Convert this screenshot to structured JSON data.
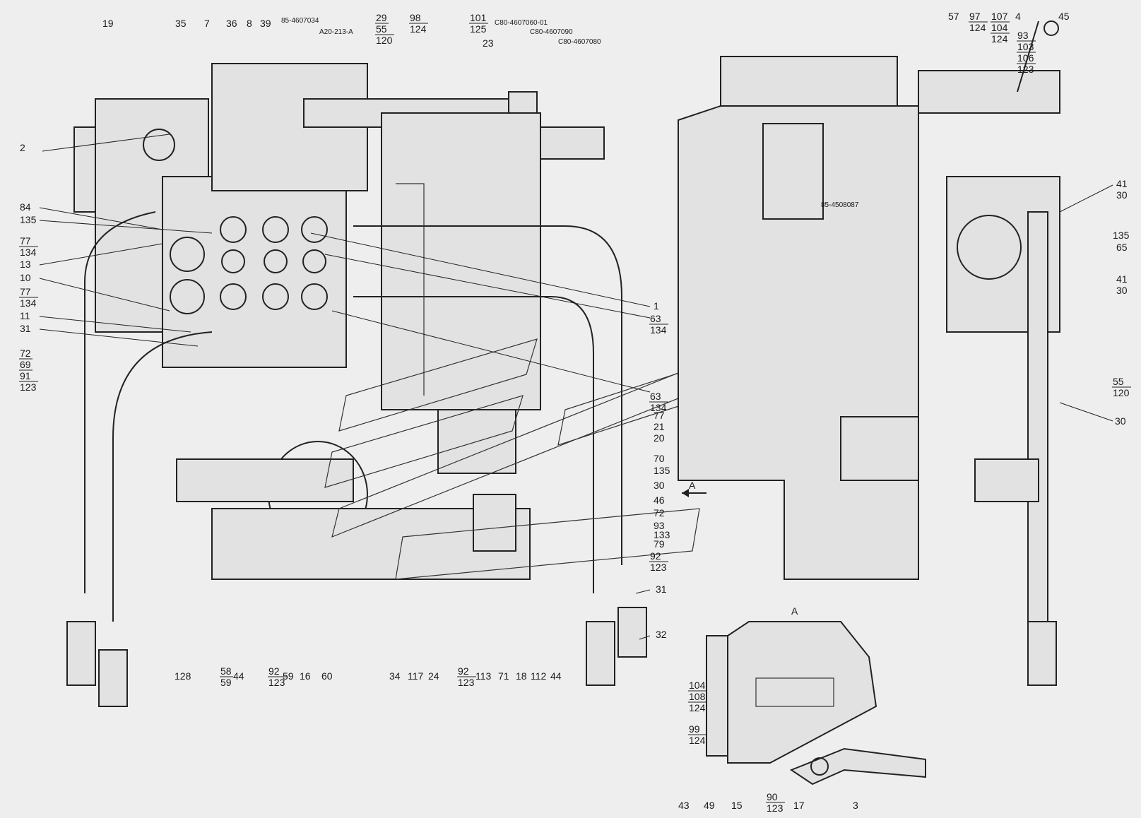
{
  "diagram": {
    "section_label": "A",
    "arrow_label": "A",
    "part_codes": [
      "85-4607034",
      "A20-213-A",
      "C80-4607060-01",
      "C80-4607090",
      "C80-4607080",
      "85-4508087"
    ],
    "stacks": [
      {
        "id": "s29",
        "items": [
          "29",
          "55",
          "120"
        ]
      },
      {
        "id": "s98",
        "items": [
          "98",
          "124"
        ]
      },
      {
        "id": "s101",
        "items": [
          "101",
          "125"
        ]
      },
      {
        "id": "s97",
        "items": [
          "97",
          "124"
        ]
      },
      {
        "id": "s107",
        "items": [
          "107",
          "104",
          "124"
        ]
      },
      {
        "id": "s93",
        "items": [
          "93",
          "103",
          "106",
          "123"
        ]
      },
      {
        "id": "s77a",
        "items": [
          "77",
          "134"
        ]
      },
      {
        "id": "s77b",
        "items": [
          "77",
          "134"
        ]
      },
      {
        "id": "s72",
        "items": [
          "72",
          "69",
          "91",
          "123"
        ]
      },
      {
        "id": "s63a",
        "items": [
          "63",
          "134"
        ]
      },
      {
        "id": "s63b",
        "items": [
          "63",
          "134"
        ]
      },
      {
        "id": "s55r",
        "items": [
          "55",
          "120"
        ]
      },
      {
        "id": "s58",
        "items": [
          "58",
          "59"
        ]
      },
      {
        "id": "s92a",
        "items": [
          "92",
          "123"
        ]
      },
      {
        "id": "s92b",
        "items": [
          "92",
          "123"
        ]
      },
      {
        "id": "s92c",
        "items": [
          "92",
          "123"
        ]
      },
      {
        "id": "s104",
        "items": [
          "104",
          "108",
          "124"
        ]
      },
      {
        "id": "s99",
        "items": [
          "99",
          "124"
        ]
      },
      {
        "id": "s90",
        "items": [
          "90",
          "123"
        ]
      }
    ],
    "callouts": {
      "top": [
        "19",
        "35",
        "7",
        "36",
        "8",
        "39",
        "23",
        "57",
        "4",
        "45"
      ],
      "left": [
        "2",
        "84",
        "135",
        "13",
        "10",
        "11",
        "31"
      ],
      "center_right": [
        "1",
        "77",
        "21",
        "20",
        "70",
        "135",
        "30",
        "46",
        "72",
        "93",
        "133",
        "79"
      ],
      "right": [
        "41",
        "30",
        "135",
        "65",
        "41",
        "30",
        "30"
      ],
      "bottom": [
        "128",
        "44",
        "59",
        "16",
        "60",
        "34",
        "117",
        "24",
        "113",
        "71",
        "18",
        "112",
        "44",
        "31",
        "32"
      ],
      "section": [
        "43",
        "49",
        "15",
        "17",
        "3"
      ]
    }
  }
}
